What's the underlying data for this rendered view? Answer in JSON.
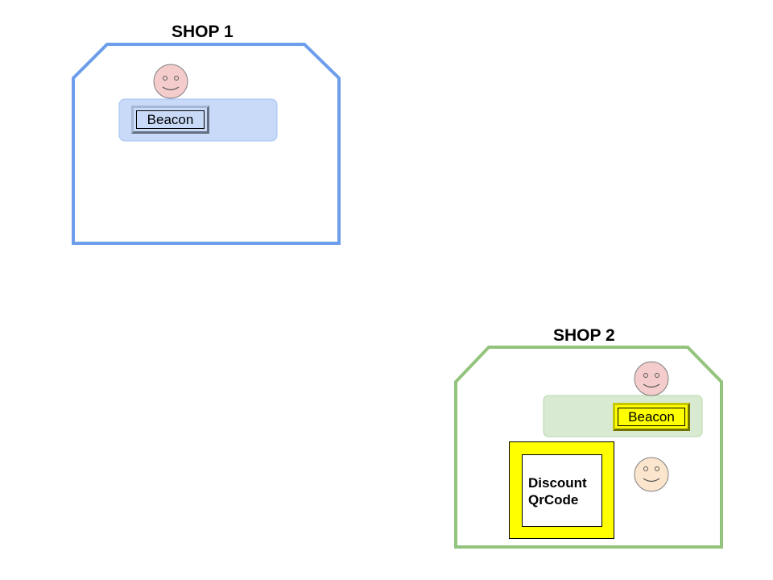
{
  "shops": [
    {
      "title": "SHOP 1",
      "outline_color": "#6d9eeb",
      "counter_color": "#c9daf8",
      "beacon": {
        "label": "Beacon",
        "fill": "#c9daf8",
        "bevel": "#a4b8d6"
      },
      "people": [
        {
          "icon": "smiley-face-icon",
          "color": "#f4cccc"
        }
      ]
    },
    {
      "title": "SHOP 2",
      "outline_color": "#93c47d",
      "counter_color": "#d9ead3",
      "beacon": {
        "label": "Beacon",
        "fill": "#ffff00",
        "bevel": "#c7c700"
      },
      "people": [
        {
          "icon": "smiley-face-icon",
          "color": "#f4cccc"
        },
        {
          "icon": "smiley-face-icon",
          "color": "#fce5cd"
        }
      ],
      "qr_card": {
        "line1": "Discount",
        "line2": "QrCode",
        "frame_color": "#ffff00"
      }
    }
  ]
}
